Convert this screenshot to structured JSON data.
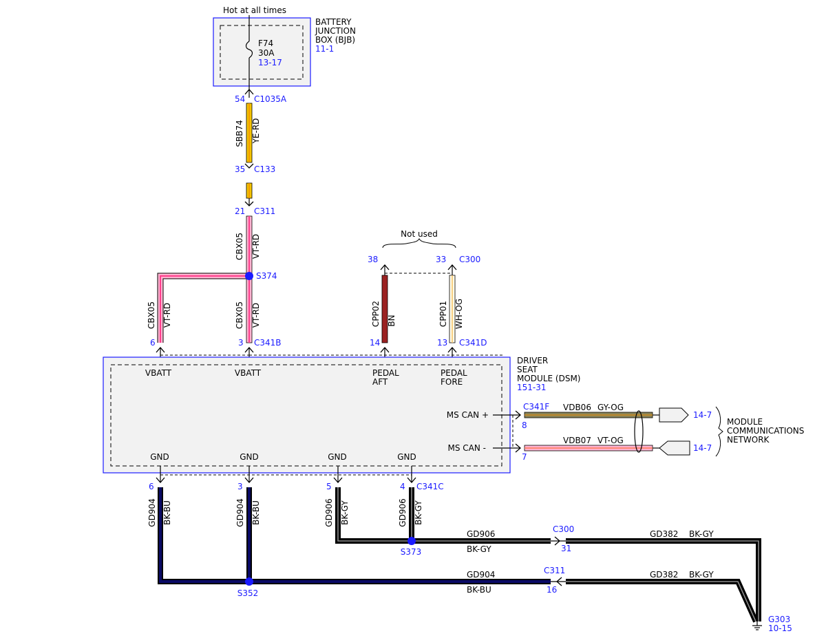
{
  "top_label": "Hot at all times",
  "bjb": {
    "title_lines": [
      "BATTERY",
      "JUNCTION",
      "BOX (BJB)"
    ],
    "ref": "11-1",
    "fuse": {
      "name": "F74",
      "rating": "30A",
      "ref": "13-17"
    }
  },
  "connectors": {
    "c1035a": {
      "pin": "54",
      "name": "C1035A"
    },
    "c133": {
      "pin": "35",
      "name": "C133"
    },
    "c311_top": {
      "pin": "21",
      "name": "C311"
    },
    "c300_top": {
      "pin_left": "38",
      "pin_right": "33",
      "name": "C300"
    },
    "c341b": {
      "pin_left": "6",
      "pin_right": "3",
      "name": "C341B"
    },
    "c341d": {
      "pin_left": "14",
      "pin_right": "13",
      "name": "C341D"
    },
    "c341f": {
      "name": "C341F",
      "pin_top": "8",
      "pin_bottom": "7"
    },
    "c341c": {
      "pins": [
        "6",
        "3",
        "5",
        "4"
      ],
      "name": "C341C"
    },
    "c300_bottom": {
      "name": "C300",
      "pin": "31"
    },
    "c311_bottom": {
      "name": "C311",
      "pin": "16"
    }
  },
  "splices": {
    "s374": "S374",
    "s373": "S373",
    "s352": "S352"
  },
  "not_used_label": "Not used",
  "wires": {
    "sbb74": {
      "circuit": "SBB74",
      "color": "YE-RD"
    },
    "cbx05_top": {
      "circuit": "CBX05",
      "color": "VT-RD"
    },
    "cbx05_left": {
      "circuit": "CBX05",
      "color": "VT-RD"
    },
    "cbx05_mid": {
      "circuit": "CBX05",
      "color": "VT-RD"
    },
    "cpp02": {
      "circuit": "CPP02",
      "color": "BN"
    },
    "cpp01": {
      "circuit": "CPP01",
      "color": "WH-OG"
    },
    "vdb06": {
      "circuit": "VDB06",
      "color": "GY-OG"
    },
    "vdb07": {
      "circuit": "VDB07",
      "color": "VT-OG"
    },
    "gd904_1": {
      "circuit": "GD904",
      "color": "BK-BU"
    },
    "gd904_2": {
      "circuit": "GD904",
      "color": "BK-BU"
    },
    "gd906_1": {
      "circuit": "GD906",
      "color": "BK-GY"
    },
    "gd906_2": {
      "circuit": "GD906",
      "color": "BK-GY"
    },
    "gd906_h": {
      "circuit": "GD906",
      "color": "BK-GY"
    },
    "gd904_h": {
      "circuit": "GD904",
      "color": "BK-BU"
    },
    "gd382_top": {
      "circuit": "GD382",
      "color": "BK-GY"
    },
    "gd382_bottom": {
      "circuit": "GD382",
      "color": "BK-GY"
    }
  },
  "dsm": {
    "title_lines": [
      "DRIVER",
      "SEAT",
      "MODULE (DSM)"
    ],
    "ref": "151-31",
    "pins": {
      "vbatt1": "VBATT",
      "vbatt2": "VBATT",
      "pedal_aft": [
        "PEDAL",
        "AFT"
      ],
      "pedal_fore": [
        "PEDAL",
        "FORE"
      ],
      "ms_can_plus": "MS CAN +",
      "ms_can_minus": "MS CAN -",
      "gnd1": "GND",
      "gnd2": "GND",
      "gnd3": "GND",
      "gnd4": "GND"
    }
  },
  "network": {
    "ref_top": "14-7",
    "ref_bottom": "14-7",
    "label_lines": [
      "MODULE",
      "COMMUNICATIONS",
      "NETWORK"
    ]
  },
  "ground": {
    "name": "G303",
    "ref": "10-15"
  },
  "colors": {
    "yellow": "#f5c400",
    "orange": "#f08c00",
    "pink": "#ff3d8c",
    "pink_light": "#ffb3d1",
    "brown": "#9b2222",
    "cream": "#f5e6b3",
    "gray_olive": "#8a8457",
    "black": "#000000",
    "navy": "#0a0a66",
    "blue_text": "#1a1aff",
    "box_fill": "#f2f2f2"
  }
}
